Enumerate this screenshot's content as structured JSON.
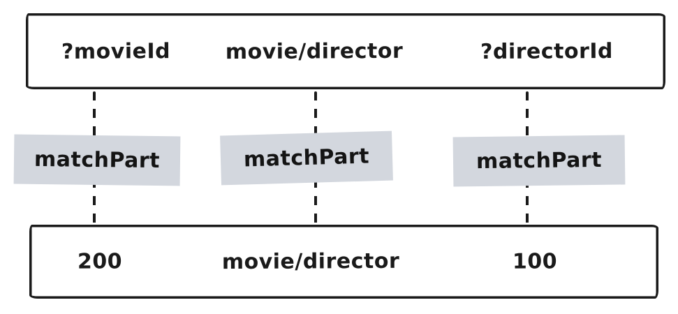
{
  "diagram": {
    "description": "Hand-drawn sketch of matching a SPARQL-like triple pattern row to a data row via matchPart connectors",
    "top_row": {
      "cells": [
        {
          "label": "?movieId"
        },
        {
          "label": "movie/director"
        },
        {
          "label": "?directorId"
        }
      ]
    },
    "connectors": [
      {
        "label": "matchPart"
      },
      {
        "label": "matchPart"
      },
      {
        "label": "matchPart"
      }
    ],
    "bottom_row": {
      "cells": [
        {
          "label": "200"
        },
        {
          "label": "movie/director"
        },
        {
          "label": "100"
        }
      ]
    },
    "colors": {
      "stroke": "#1a1a1a",
      "match_label_bg": "#d3d7de",
      "canvas_bg": "#ffffff"
    }
  }
}
